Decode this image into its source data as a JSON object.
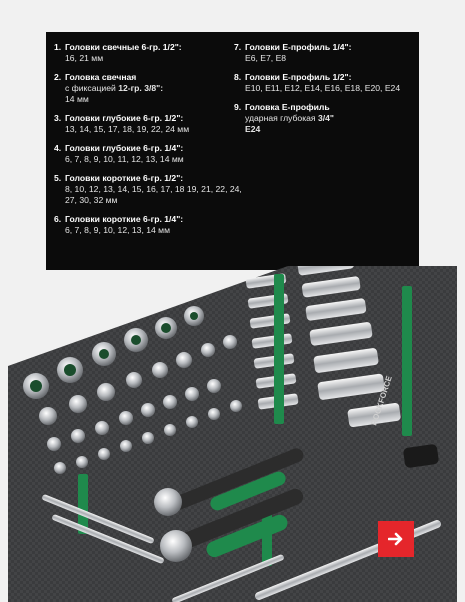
{
  "list_left": [
    {
      "num": "1.",
      "title": "Головки свечные 6-гр. 1/2\":",
      "sizes": "16, 21 мм"
    },
    {
      "num": "2.",
      "title": "Головка свечная",
      "sub_pre": "с фиксацией ",
      "sub_bold": "12-гр. 3/8\":",
      "sizes": "14 мм"
    },
    {
      "num": "3.",
      "title": "Головки глубокие 6-гр. 1/2\":",
      "sizes": "13, 14, 15, 17, 18, 19, 22, 24 мм"
    },
    {
      "num": "4.",
      "title": "Головки глубокие 6-гр. 1/4\":",
      "sizes": "6, 7, 8, 9, 10, 11, 12, 13, 14 мм"
    },
    {
      "num": "5.",
      "title": "Головки короткие 6-гр. 1/2\":",
      "sizes": "8, 10, 12, 13, 14, 15, 16, 17, 18 19, 21, 22, 24, 27, 30, 32 мм"
    },
    {
      "num": "6.",
      "title": "Головки короткие 6-гр. 1/4\":",
      "sizes": "6, 7, 8, 9, 10, 12, 13, 14 мм"
    }
  ],
  "list_right": [
    {
      "num": "7.",
      "title": "Головки Е-профиль 1/4\":",
      "sizes": "E6, E7, E8"
    },
    {
      "num": "8.",
      "title": "Головки Е-профиль 1/2\":",
      "sizes": "E10, E11, E12, E14, E16, E18, E20, E24"
    },
    {
      "num": "9.",
      "title": "Головка Е-профиль",
      "sub_pre": "ударная глубокая ",
      "sub_bold": "3/4\"",
      "sizes_bold": "E24"
    }
  ],
  "brand": "ROCKFORCE",
  "next_button_icon": "arrow-right-icon",
  "colors": {
    "accent": "#e5262b",
    "panel": "#0b0b0b",
    "tray": "#3a3b3d",
    "green": "#1f8a4c"
  }
}
